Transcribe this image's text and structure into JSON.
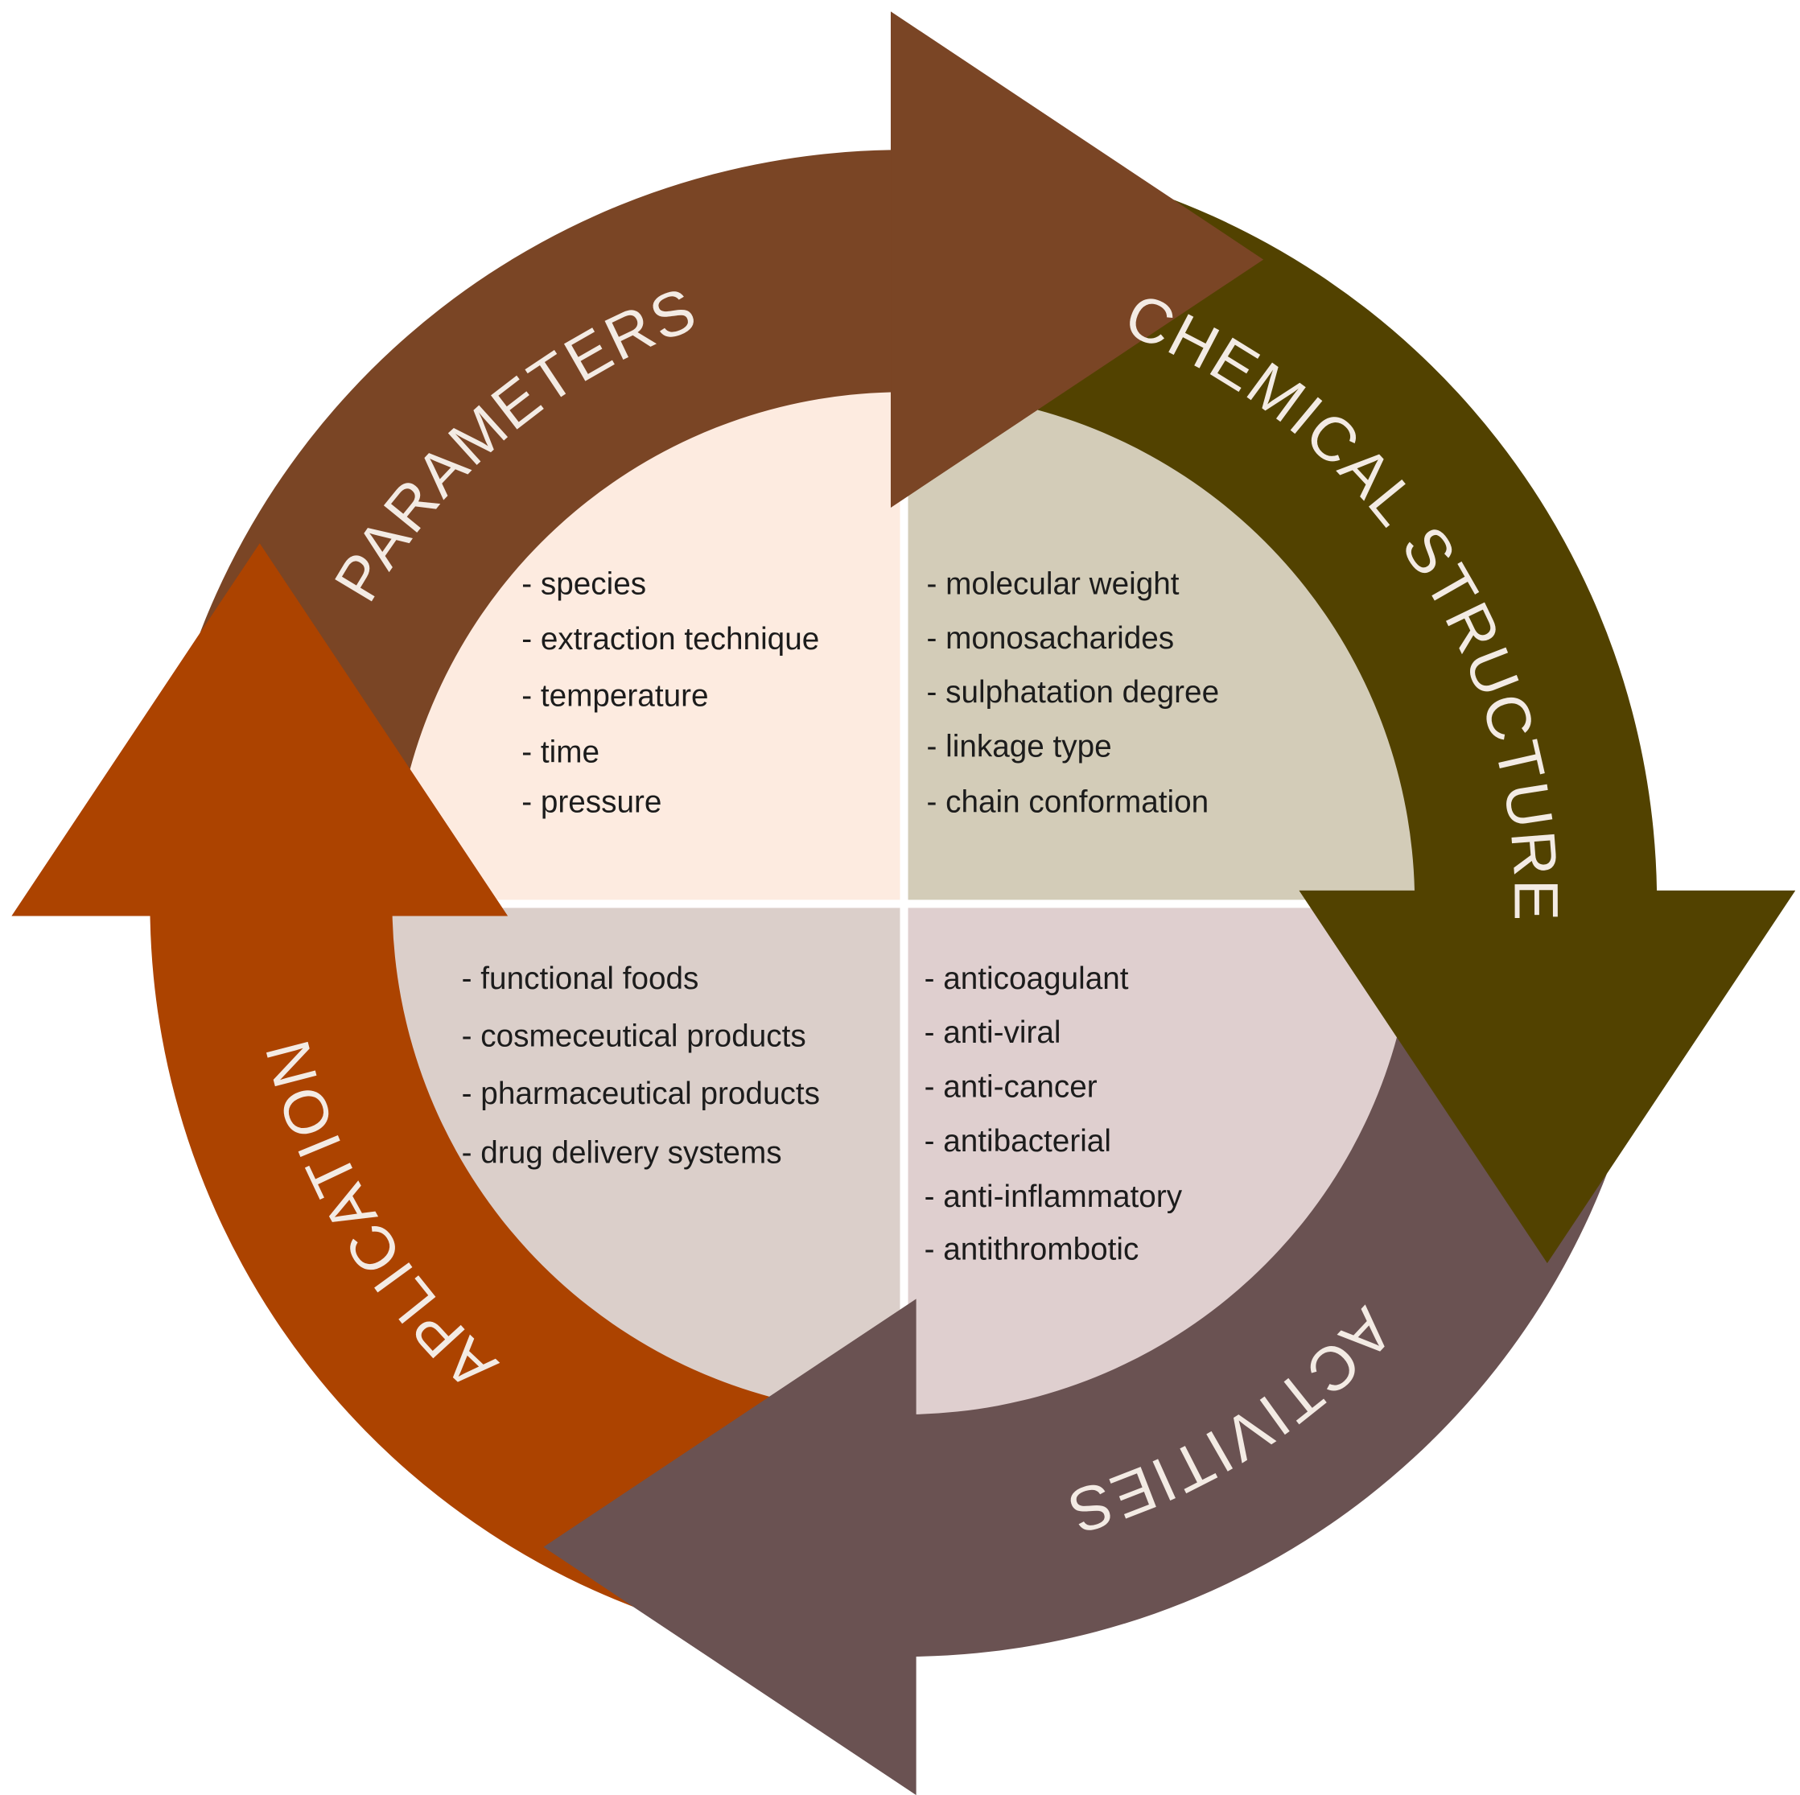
{
  "colors": {
    "parameters": "#7a4525",
    "chemical_structure": "#524200",
    "activities": "#6a5252",
    "application": "#ac4300",
    "quadrant_parameters": "#fdebe0",
    "quadrant_chemical": "#d3ccb8",
    "quadrant_application": "#dbcfca",
    "quadrant_activities": "#dfcfcf"
  },
  "stages": {
    "parameters": {
      "label": "PARAMETERS",
      "items": [
        "- species",
        "- extraction technique",
        "- temperature",
        "- time",
        "- pressure"
      ]
    },
    "chemical_structure": {
      "label": "CHEMICAL STRUCTURE",
      "items": [
        "- molecular weight",
        "- monosacharides",
        "- sulphatation degree",
        "- linkage type",
        "- chain conformation"
      ]
    },
    "activities": {
      "label": "ACTIVITIES",
      "items": [
        "- anticoagulant",
        "- anti-viral",
        "- anti-cancer",
        "- antibacterial",
        "- anti-inflammatory",
        "- antithrombotic"
      ]
    },
    "application": {
      "label": "APLICATION",
      "items": [
        "- functional foods",
        "- cosmeceutical products",
        "- pharmaceutical products",
        "- drug delivery systems"
      ]
    }
  }
}
